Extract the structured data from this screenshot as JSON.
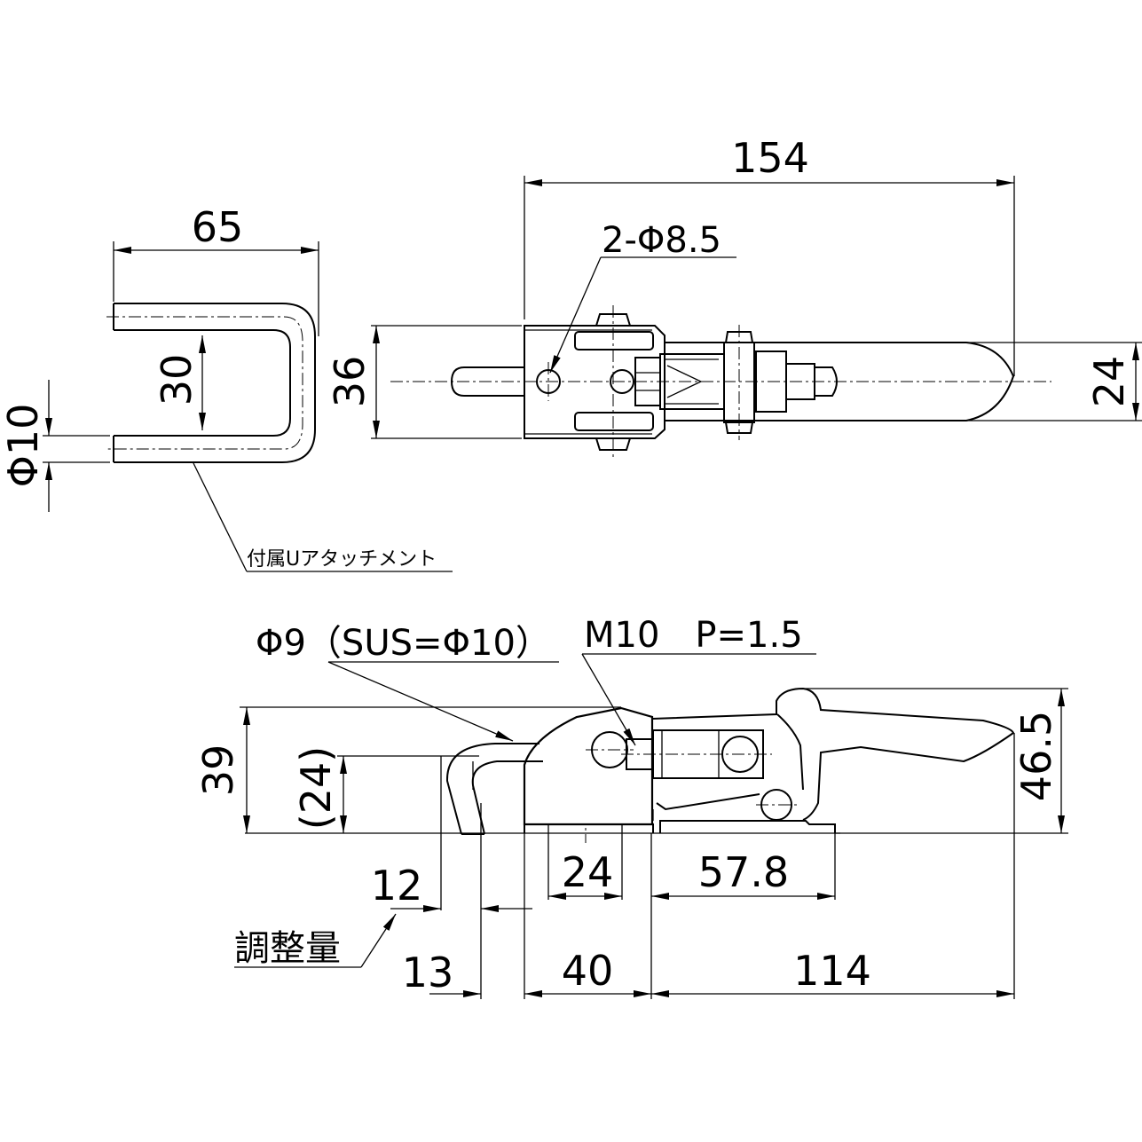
{
  "top_left_view": {
    "width_dim": "65",
    "inner_dim": "30",
    "rod_dim": "Φ10",
    "attachment_note": "付属Uアタッチメント"
  },
  "top_view": {
    "overall_length_dim": "154",
    "holes_note": "2-Φ8.5",
    "base_width_dim": "36",
    "handle_width_dim": "24"
  },
  "side_view": {
    "hook_wire_note": "Φ9（SUS=Φ10）",
    "thread_note": "M10　P=1.5",
    "height_dim": "39",
    "hook_height_dim": "(24)",
    "handle_height_dim": "46.5",
    "adjust_dim": "12",
    "adjust_label": "調整量",
    "hook_offset_dim": "13",
    "hole_pitch_dim": "24",
    "base_length_dim": "40",
    "handle_offset_dim": "57.8",
    "handle_length_dim": "114"
  }
}
